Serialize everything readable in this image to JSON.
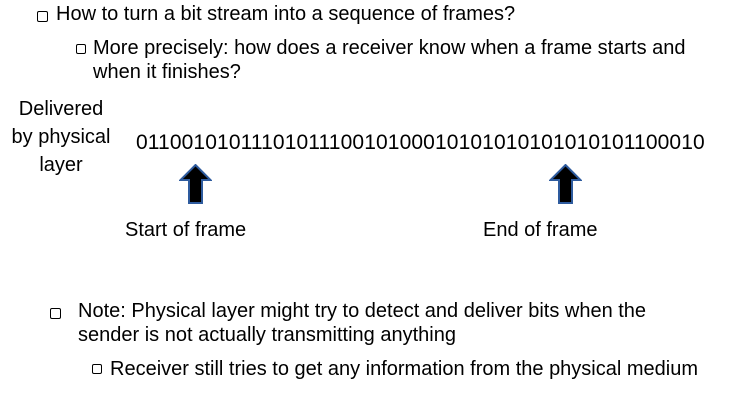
{
  "slide": {
    "bullets": {
      "main_question": "How to turn a bit stream into a sequence of frames?",
      "sub_question": "More precisely: how does a receiver know when a frame starts and\nwhen it finishes?",
      "note": "Note: Physical layer might try to detect and deliver bits when the\nsender is not actually transmitting anything",
      "note_sub": "Receiver still tries to get any information from the physical medium"
    },
    "diagram": {
      "delivered_label": "Delivered\nby physical\nlayer",
      "bit_stream": "0110010101110101110010100010101010101010101100010",
      "start_of_frame_label": "Start of frame",
      "end_of_frame_label": "End of frame"
    },
    "colors": {
      "background": "#ffffff",
      "text": "#000000",
      "arrow_fill": "#000000",
      "arrow_outline": "#2e5b9e"
    }
  }
}
